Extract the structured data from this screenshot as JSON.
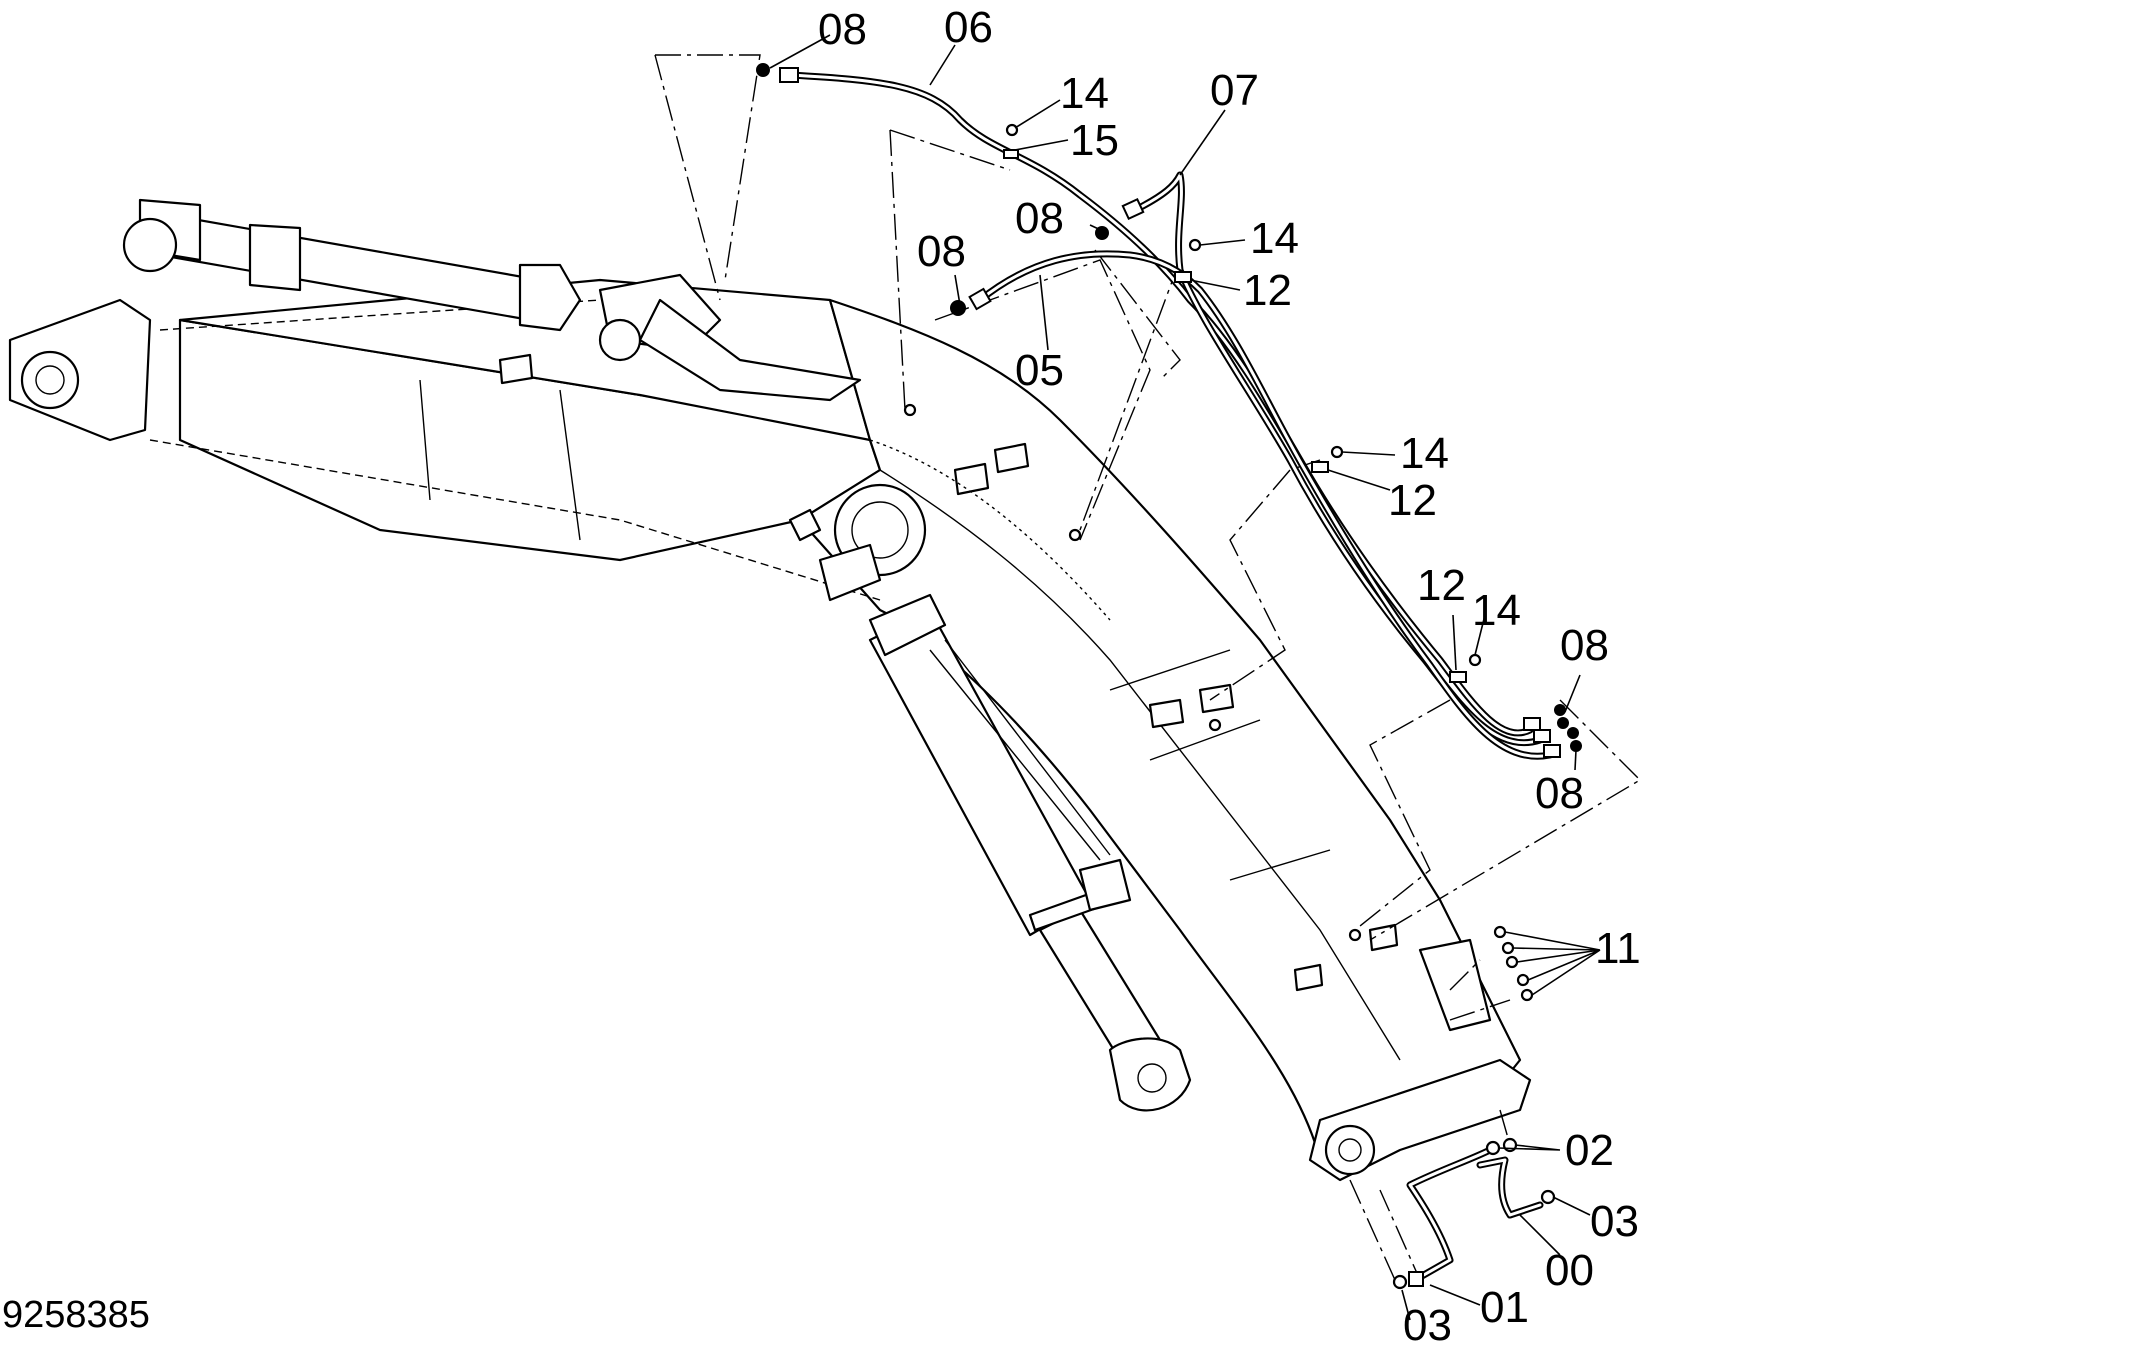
{
  "drawing": {
    "number": "9258385"
  },
  "callouts": {
    "c00": "00",
    "c01": "01",
    "c02": "02",
    "c03a": "03",
    "c03b": "03",
    "c05": "05",
    "c06": "06",
    "c07": "07",
    "c08a": "08",
    "c08b": "08",
    "c08c": "08",
    "c08d": "08",
    "c08e": "08",
    "c11": "11",
    "c12a": "12",
    "c12b": "12",
    "c12c": "12",
    "c14a": "14",
    "c14b": "14",
    "c14c": "14",
    "c14d": "14",
    "c15": "15"
  }
}
